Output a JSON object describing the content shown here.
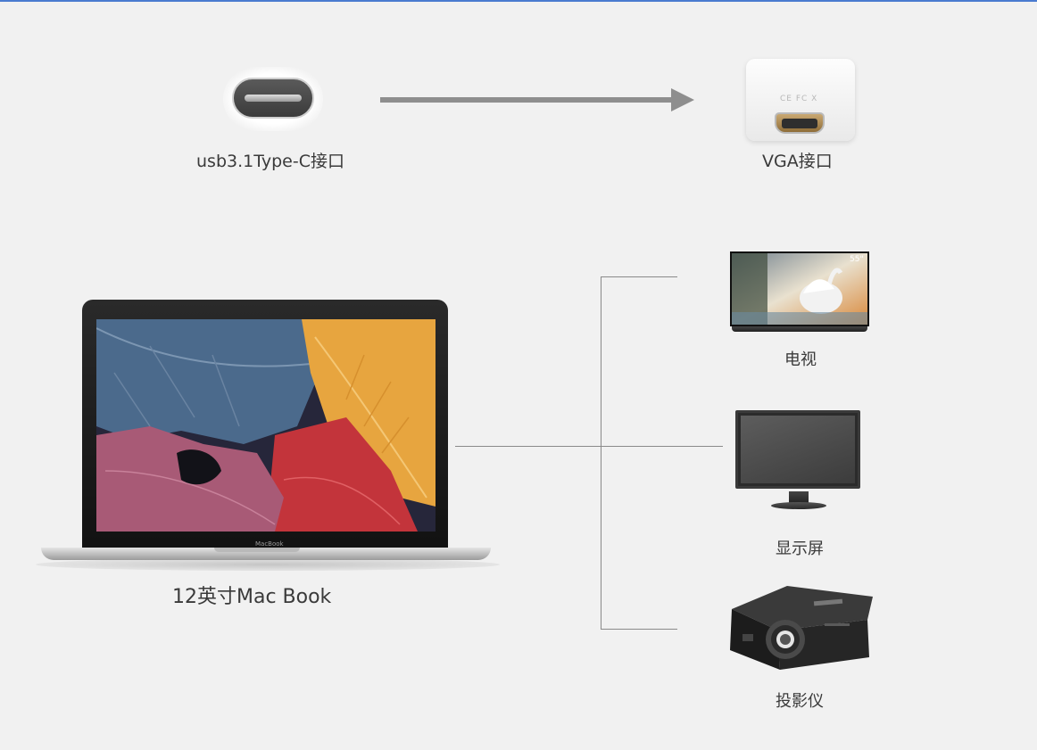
{
  "labels": {
    "usbc": "usb3.1Type-C接口",
    "vga": "VGA接口",
    "laptop": "12英寸Mac Book",
    "laptop_bezel": "MacBook",
    "tv": "电视",
    "tv_badge": "55\"",
    "monitor": "显示屏",
    "projector": "投影仪",
    "vga_marks": "CE FC X"
  },
  "colors": {
    "background": "#f1f1f1",
    "connector_line": "#8a8a8a",
    "arrow": "#8e8e8e",
    "top_rule": "#4a7bd0"
  },
  "icons": [
    "usb-c-port-icon",
    "arrow-right-icon",
    "vga-adapter-icon",
    "macbook-icon",
    "tv-icon",
    "monitor-icon",
    "projector-icon"
  ]
}
